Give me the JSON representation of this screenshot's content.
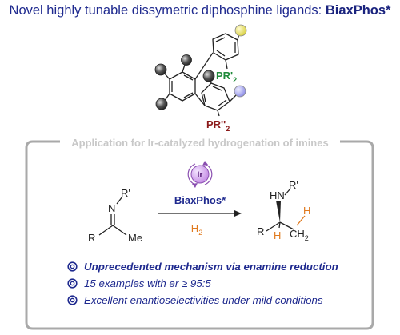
{
  "title": {
    "prefix": "Novel highly tunable dissymetric diphosphine ligands: ",
    "brand": "BiaxPhos*"
  },
  "ligand": {
    "pr_top": "PR'",
    "pr_top_sub": "2",
    "pr_bottom": "PR''",
    "pr_bottom_sub": "2"
  },
  "box": {
    "heading": "Application for Ir-catalyzed hydrogenation of imines"
  },
  "reaction": {
    "catalyst_metal": "Ir",
    "ligand_name": "BiaxPhos*",
    "reagent": "H",
    "reagent_sub": "2",
    "substrate": {
      "n": "N",
      "r_prime": "R'",
      "r": "R",
      "me": "Me"
    },
    "product": {
      "hn": "HN",
      "r_prime": "R'",
      "r": "R",
      "h_chiral": "H",
      "h_methyl": "H",
      "ch2_main": "CH",
      "ch2_sub": "2"
    }
  },
  "bullets": [
    "Unprecedented mechanism via enamine reduction",
    "15 examples with er ≥ 95:5",
    "Excellent enantioselectivities under mild conditions"
  ],
  "colors": {
    "title": "#1f2a8f",
    "phosphorus_top": "#1f8a3a",
    "phosphorus_bottom": "#8b1a1a",
    "yellow_sub": "#e8e060",
    "blue_sub": "#a8a8f0",
    "iridium": "#b57ed8",
    "orange": "#e07a1f",
    "box_border": "#a9a9a9"
  }
}
